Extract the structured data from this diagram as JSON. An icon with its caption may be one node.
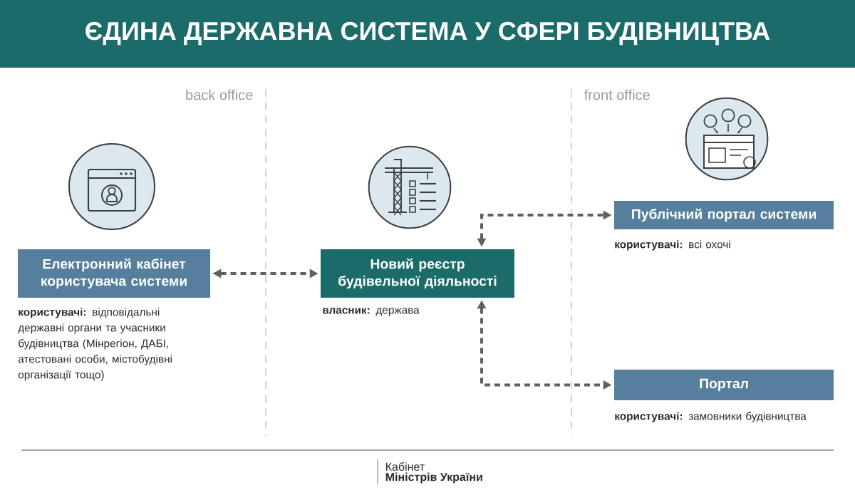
{
  "diagram": {
    "title": "ЄДИНА ДЕРЖАВНА СИСТЕМА У СФЕРІ БУДІВНИЦТВА",
    "nodes": [
      {
        "text": [
          "Електронний кабінет користувача системи"
        ],
        "beside": [
          "**користувачі:** відповідальні державні органи та учасники будівництва (Мінрегіон, ДАБІ, атестовані особи, містобудівні організації тощо)"
        ]
      },
      {
        "text": [
          "Новий реєстр будівельної діяльності"
        ],
        "beside": [
          "**власник:** держава"
        ]
      },
      {
        "text": [
          "Публічний портал системи"
        ],
        "beside": [
          "**користувачі:** всі охочі"
        ]
      },
      {
        "text": [
          "Портал"
        ],
        "beside": [
          "**користувачі:** замовники будівництва"
        ]
      }
    ],
    "edges": [
      {
        "from": 0,
        "to": 1,
        "arrow": "both",
        "style": "dashed"
      },
      {
        "from": 1,
        "to": 2,
        "arrow": "both",
        "style": "dashed"
      },
      {
        "from": 1,
        "to": 3,
        "arrow": "both",
        "style": "dashed"
      }
    ],
    "labels": [
      "back office",
      "front office",
      "Кабінет",
      "Міністрів України"
    ]
  }
}
